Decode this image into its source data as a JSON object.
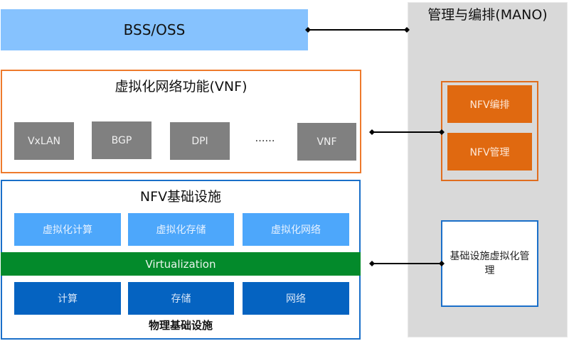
{
  "bss_oss": {
    "label": "BSS/OSS"
  },
  "mano": {
    "title": "管理与编排(MANO)",
    "orchestrator": "NFV编排",
    "vnf_manager": "NFV管理",
    "vim": "基础设施虚拟化管理"
  },
  "vnf_layer": {
    "title": "虚拟化网络功能(VNF)",
    "items": [
      "VxLAN",
      "BGP",
      "DPI",
      "VNF"
    ],
    "ellipsis": "……"
  },
  "nfvi": {
    "title": "NFV基础设施",
    "virtual_resources": [
      "虚拟化计算",
      "虚拟化存储",
      "虚拟化网络"
    ],
    "virtualization_layer": "Virtualization",
    "physical_resources": [
      "计算",
      "存储",
      "网络"
    ],
    "physical_label": "物理基础设施"
  },
  "colors": {
    "bss": "#86c2fe",
    "vnf_border": "#ee7a2c",
    "vnf_box": "#808080",
    "mano_bg": "#d9d9d9",
    "orange_box": "#e06910",
    "nfvi_border": "#1a6fc9",
    "virtual_box": "#4da7fb",
    "virtualization": "#038a2b",
    "physical_box": "#0563c1"
  }
}
